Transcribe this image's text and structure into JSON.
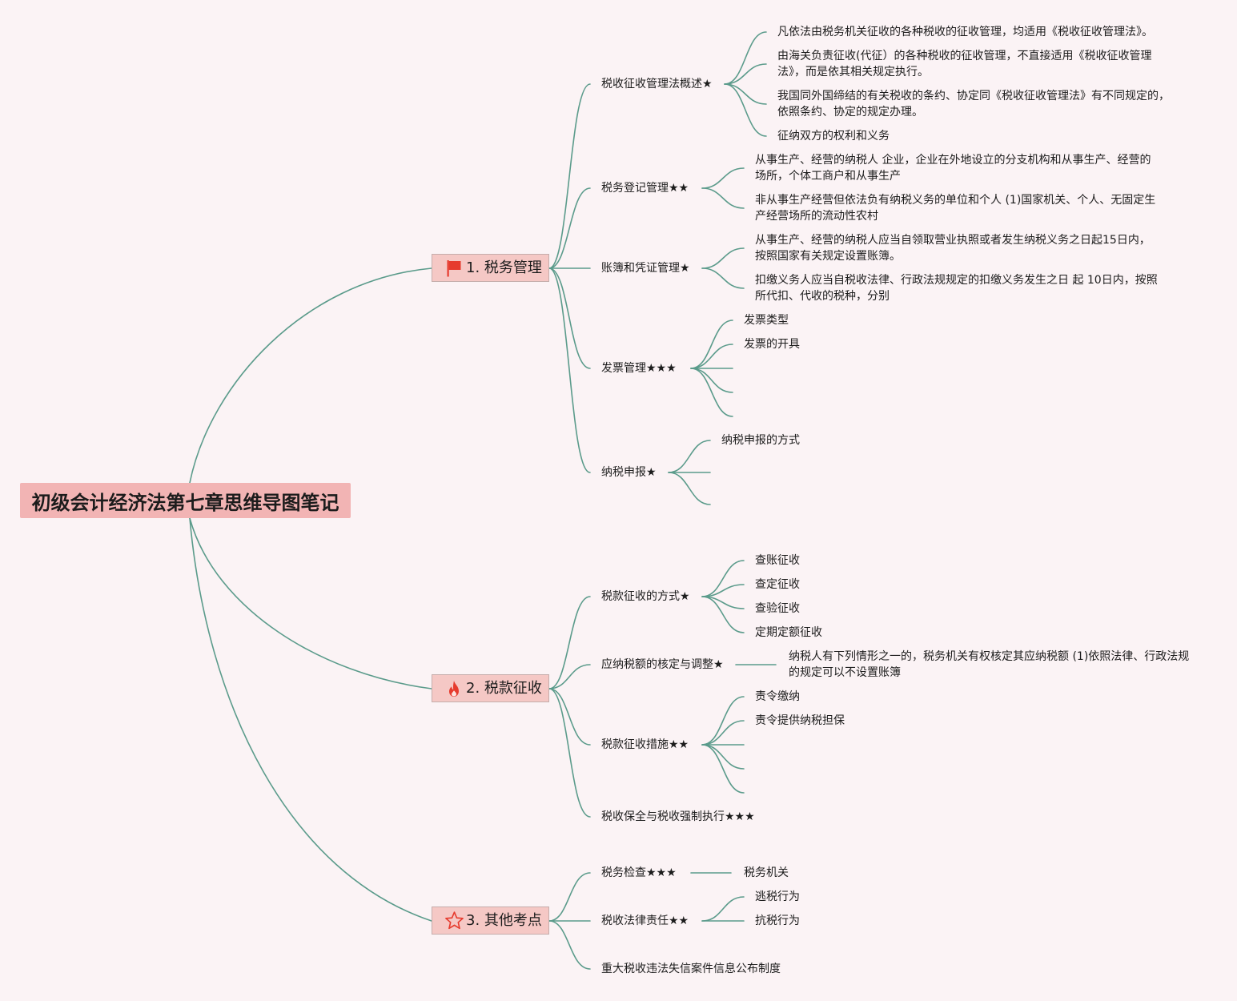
{
  "root": {
    "title": "初级会计经济法第七章思维导图笔记"
  },
  "branches": [
    {
      "label": "1. 税务管理",
      "icon": "flag-icon",
      "topics": [
        {
          "label": "税收征收管理法概述★",
          "children": [
            {
              "lines": [
                "凡依法由税务机关征收的各种税收的征收管理，均适用《税收征收管理法》。"
              ]
            },
            {
              "lines": [
                "由海关负责征收(代征）的各种税收的征收管理，不直接适用《税收征收管理",
                "法》，而是依其相关规定执行。"
              ]
            },
            {
              "lines": [
                "我国同外国缔结的有关税收的条约、协定同《税收征收管理法》有不同规定的，",
                "依照条约、协定的规定办理。"
              ]
            },
            {
              "lines": [
                "征纳双方的权利和义务"
              ]
            }
          ]
        },
        {
          "label": "税务登记管理★★",
          "children": [
            {
              "lines": [
                "从事生产、经营的纳税人 企业，企业在外地设立的分支机构和从事生产、经营的",
                "场所，个体工商户和从事生产"
              ]
            },
            {
              "lines": [
                "非从事生产经营但依法负有纳税义务的单位和个人 (1)国家机关、个人、无固定生",
                "产经营场所的流动性农村"
              ]
            }
          ]
        },
        {
          "label": "账簿和凭证管理★",
          "children": [
            {
              "lines": [
                "从事生产、经营的纳税人应当自领取营业执照或者发生纳税义务之日起15日内，",
                "按照国家有关规定设置账簿。"
              ]
            },
            {
              "lines": [
                "扣缴义务人应当自税收法律、行政法规规定的扣缴义务发生之日 起 10日内，按照",
                "所代扣、代收的税种，分别"
              ]
            }
          ]
        },
        {
          "label": "发票管理★★★",
          "children": [
            {
              "lines": [
                "发票类型"
              ]
            },
            {
              "lines": [
                "发票的开具"
              ]
            }
          ]
        },
        {
          "label": "纳税申报★",
          "children": [
            {
              "lines": [
                "纳税申报的方式"
              ]
            }
          ]
        }
      ]
    },
    {
      "label": "2. 税款征收",
      "icon": "fire-icon",
      "topics": [
        {
          "label": "税款征收的方式★",
          "children": [
            {
              "lines": [
                "查账征收"
              ]
            },
            {
              "lines": [
                "查定征收"
              ]
            },
            {
              "lines": [
                "查验征收"
              ]
            },
            {
              "lines": [
                "定期定额征收"
              ]
            }
          ]
        },
        {
          "label": "应纳税额的核定与调整★",
          "children": [
            {
              "lines": [
                "纳税人有下列情形之一的，税务机关有权核定其应纳税额 (1)依照法律、行政法规",
                "的规定可以不设置账簿"
              ]
            }
          ]
        },
        {
          "label": "税款征收措施★★",
          "children": [
            {
              "lines": [
                "责令缴纳"
              ]
            },
            {
              "lines": [
                "责令提供纳税担保"
              ]
            }
          ]
        },
        {
          "label": "税收保全与税收强制执行★★★",
          "children": []
        }
      ]
    },
    {
      "label": "3. 其他考点",
      "icon": "star-icon",
      "topics": [
        {
          "label": "税务检查★★★",
          "children": [
            {
              "lines": [
                "税务机关"
              ]
            }
          ]
        },
        {
          "label": "税收法律责任★★",
          "children": [
            {
              "lines": [
                "逃税行为"
              ]
            },
            {
              "lines": [
                "抗税行为"
              ]
            }
          ]
        },
        {
          "label": "重大税收违法失信案件信息公布制度",
          "children": []
        }
      ]
    }
  ],
  "colors": {
    "background": "#fbf3f5",
    "root_fill": "#f2b4b4",
    "branch_fill": "#f5c8c5",
    "branch_border": "#c5adab",
    "connector": "#5b9b8b",
    "icon": "#e63b2e",
    "text": "#1c1c1c"
  }
}
